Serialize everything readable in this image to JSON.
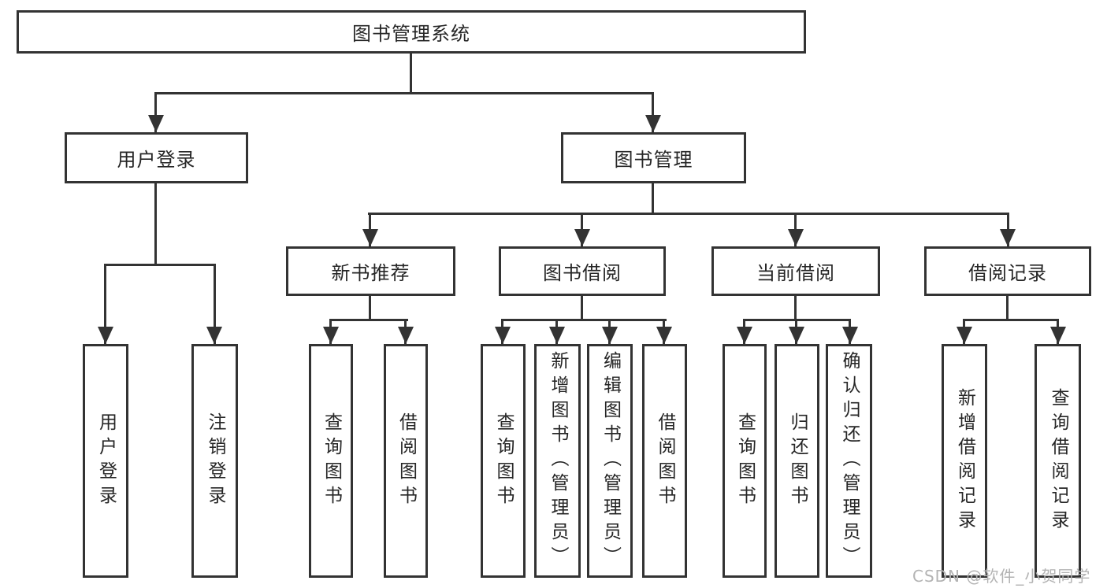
{
  "diagram": {
    "title": "图书管理系统",
    "level2": [
      {
        "label": "用户登录",
        "children": [
          {
            "label": "用户登录"
          },
          {
            "label": "注销登录"
          }
        ]
      },
      {
        "label": "图书管理",
        "children": [
          {
            "label": "新书推荐",
            "children": [
              {
                "label": "查询图书"
              },
              {
                "label": "借阅图书"
              }
            ]
          },
          {
            "label": "图书借阅",
            "children": [
              {
                "label": "查询图书"
              },
              {
                "label": "新增图书（管理员）"
              },
              {
                "label": "编辑图书（管理员）"
              },
              {
                "label": "借阅图书"
              }
            ]
          },
          {
            "label": "当前借阅",
            "children": [
              {
                "label": "查询图书"
              },
              {
                "label": "归还图书"
              },
              {
                "label": "确认归还（管理员）"
              }
            ]
          },
          {
            "label": "借阅记录",
            "children": [
              {
                "label": "新增借阅记录"
              },
              {
                "label": "查询借阅记录"
              }
            ]
          }
        ]
      }
    ]
  },
  "watermark": {
    "text": "CSDN @软件_小贺同学"
  },
  "colors": {
    "line": "#333333",
    "text": "#262626",
    "background": "#ffffff",
    "watermark_text": "#b3b3b3"
  }
}
